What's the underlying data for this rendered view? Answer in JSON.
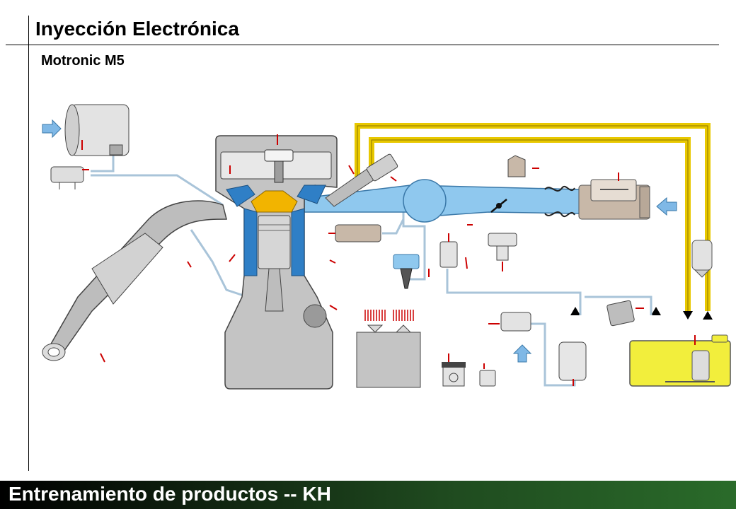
{
  "header": {
    "title": "Inyección Electrónica",
    "subtitle": "Motronic M5"
  },
  "footer": {
    "text": "Entrenamiento de productos -- KH"
  },
  "colors": {
    "air": "#8fc8ee",
    "fuel_line": "#e8c800",
    "tank": "#f2ee3c",
    "combustion": "#f2b400",
    "engine_block": "#c4c4c4",
    "signal": "#cc0000",
    "footer_gradient_end": "#2a6b2a"
  }
}
